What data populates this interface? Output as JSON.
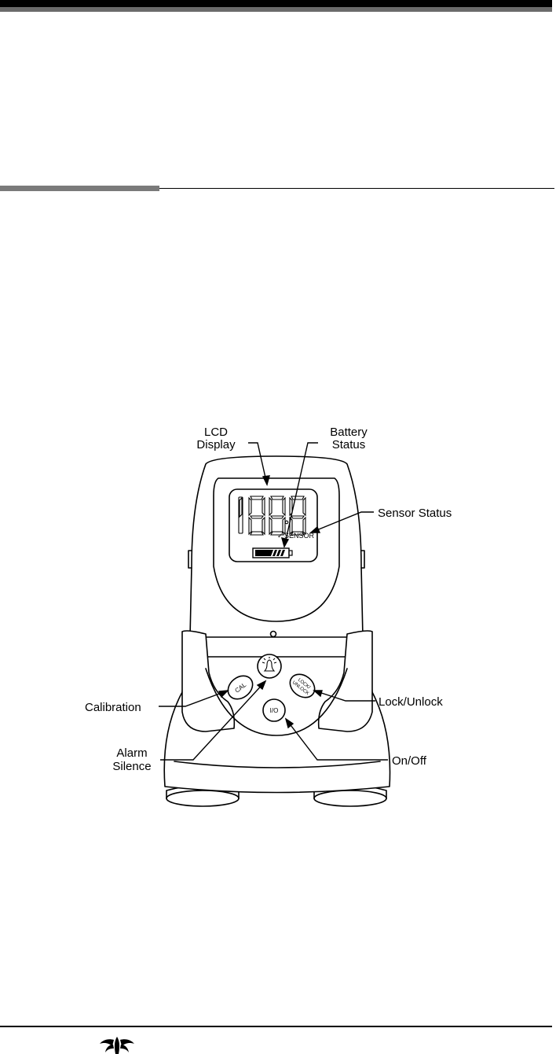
{
  "diagram": {
    "callouts": {
      "lcd_display": [
        "LCD",
        "Display"
      ],
      "battery_status": [
        "Battery",
        "Status"
      ],
      "sensor_status": "Sensor Status",
      "calibration": "Calibration",
      "alarm_silence": [
        "Alarm",
        "Silence"
      ],
      "lock_unlock": "Lock/Unlock",
      "on_off": "On/Off"
    },
    "device": {
      "sensor_label": "SENSOR",
      "checkmark": "✓",
      "buttons": {
        "cal": "CAL",
        "lock_unlock": [
          "LOCK/",
          "UNLOCK"
        ],
        "power": "I/O"
      }
    }
  },
  "icons": {
    "logo": "teledyne-logo-icon",
    "alarm_button": "bell-icon",
    "battery": "battery-icon"
  }
}
